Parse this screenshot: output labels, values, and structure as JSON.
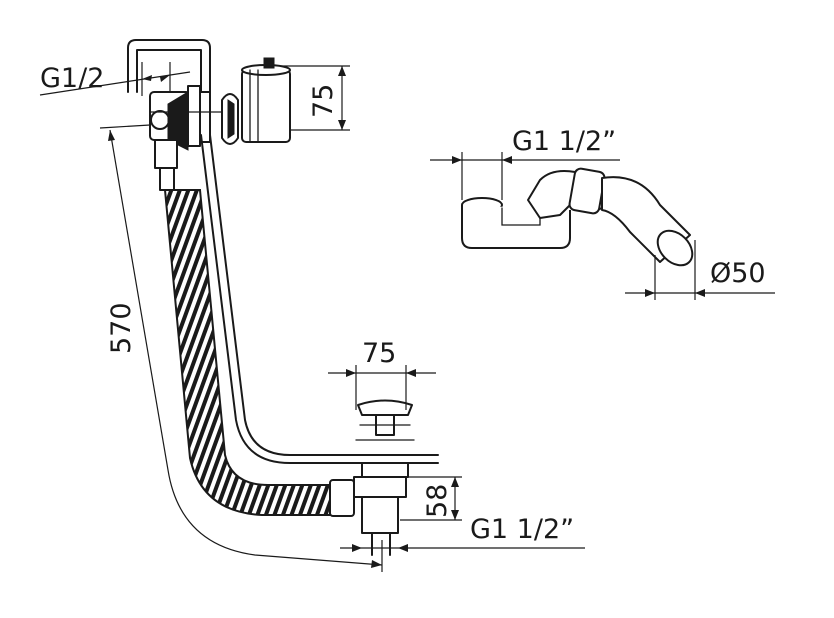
{
  "labels": {
    "overflow_thread": "G1/2",
    "overflow_height": "75",
    "trap_inlet_thread": "G1 1/2”",
    "trap_outlet_diameter": "Ø50",
    "total_length": "570",
    "waste_width": "75",
    "waste_height": "58",
    "waste_outlet_thread": "G1 1/2”"
  },
  "colors": {
    "ink": "#1a1a1a",
    "background": "#ffffff"
  }
}
